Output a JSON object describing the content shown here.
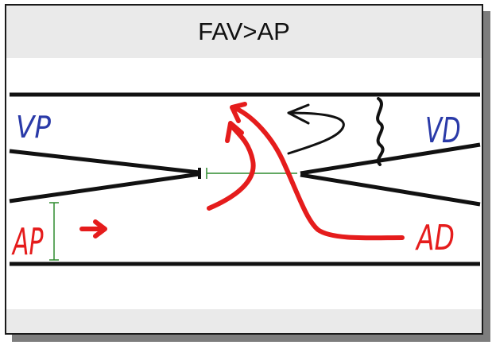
{
  "title": "FAV>AP",
  "labels": {
    "vp": "VP",
    "vd": "VD",
    "ap": "AP",
    "ad": "AD"
  },
  "colors": {
    "header_bg": "#eaeaea",
    "vein_label": "#2a3aa8",
    "artery": "#e51c1c",
    "measure": "#2e8b2e",
    "line": "#111111"
  }
}
